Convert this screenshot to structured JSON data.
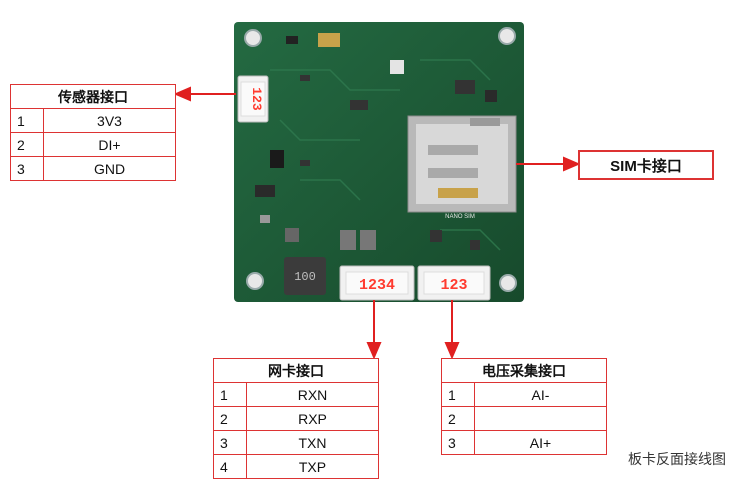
{
  "sensor": {
    "title": "传感器接口",
    "rows": [
      {
        "n": "1",
        "v": "3V3"
      },
      {
        "n": "2",
        "v": "DI+"
      },
      {
        "n": "3",
        "v": "GND"
      }
    ]
  },
  "sim": {
    "title": "SIM卡接口"
  },
  "net": {
    "title": "网卡接口",
    "rows": [
      {
        "n": "1",
        "v": "RXN"
      },
      {
        "n": "2",
        "v": "RXP"
      },
      {
        "n": "3",
        "v": "TXN"
      },
      {
        "n": "4",
        "v": "TXP"
      }
    ]
  },
  "power": {
    "title": "电压采集接口",
    "rows": [
      {
        "n": "1",
        "v": "AI-"
      },
      {
        "n": "2",
        "v": ""
      },
      {
        "n": "3",
        "v": "AI+"
      }
    ]
  },
  "board": {
    "sensor_pins": "123",
    "net_pins": "1234",
    "power_pins": "123",
    "inductor_label": "100",
    "sim_silk": "NANO SIM",
    "colors": {
      "pcb": "#1d5b37",
      "accent": "#e02020"
    }
  },
  "caption": "板卡反面接线图"
}
